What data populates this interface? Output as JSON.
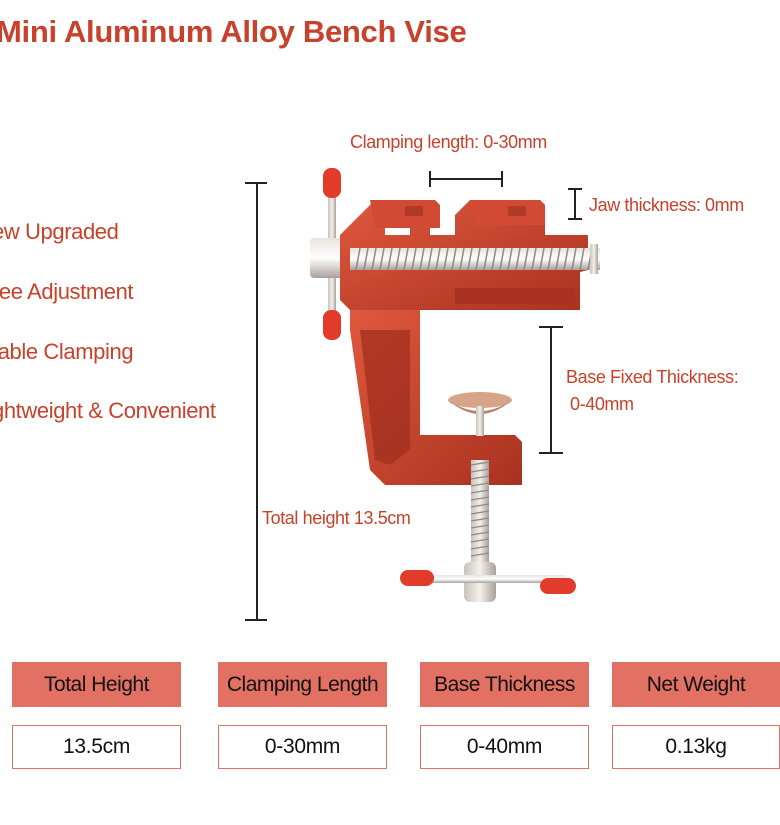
{
  "title": "Mini Aluminum Alloy Bench Vise",
  "features": [
    "ew Upgraded",
    "ree Adjustment",
    "table Clamping",
    "ghtweight & Convenient"
  ],
  "annotations": {
    "clamping_length": "Clamping length: 0-30mm",
    "jaw_thickness": "Jaw thickness: 0mm",
    "base_fixed_line1": "Base Fixed Thickness:",
    "base_fixed_line2": "0-40mm",
    "total_height": "Total height 13.5cm"
  },
  "specs": {
    "headers": [
      "Total Height",
      "Clamping Length",
      "Base Thickness",
      "Net Weight"
    ],
    "values": [
      "13.5cm",
      "0-30mm",
      "0-40mm",
      "0.13kg"
    ]
  },
  "colors": {
    "accent_text": "#c8412a",
    "header_fill": "#e27063",
    "vise_body": "#c9432d"
  }
}
